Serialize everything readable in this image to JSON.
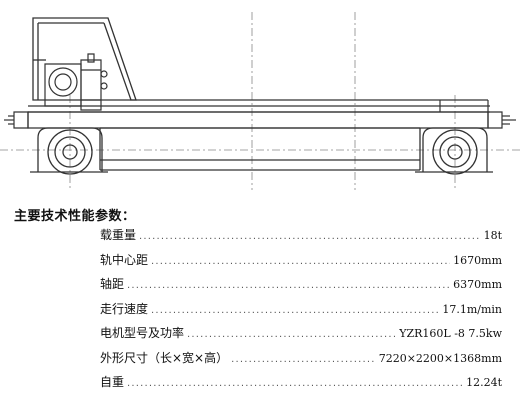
{
  "heading": "主要技术性能参数：",
  "specs": [
    {
      "label": "载重量",
      "value": "18t"
    },
    {
      "label": "轨中心距",
      "value": "1670mm"
    },
    {
      "label": "轴距",
      "value": "6370mm"
    },
    {
      "label": "走行速度",
      "value": "17.1m/min"
    },
    {
      "label": "电机型号及功率",
      "value": "YZR160L -8 7.5kw"
    },
    {
      "label": "外形尺寸（长×宽×高）",
      "value": "7220×2200×1368mm"
    },
    {
      "label": "自重",
      "value": "12.24t"
    }
  ]
}
